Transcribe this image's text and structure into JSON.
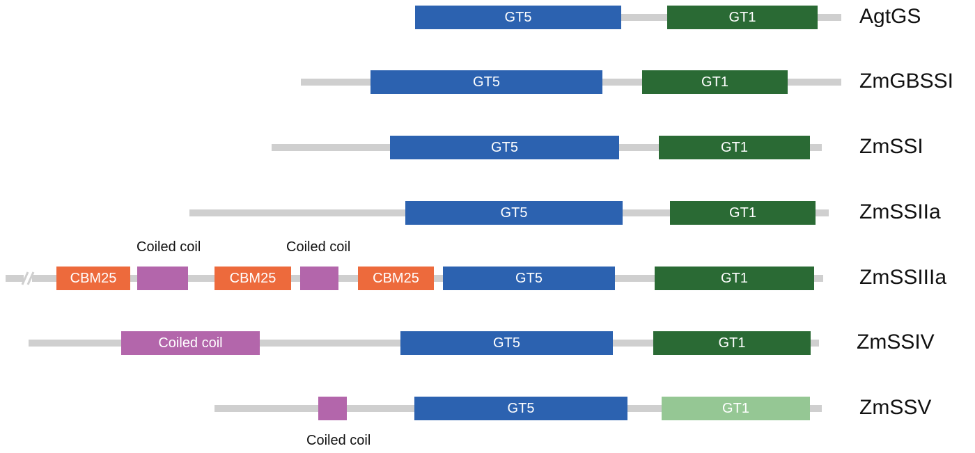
{
  "colors": {
    "backbone": "#cfcfcf",
    "GT5": "#2c62b0",
    "GT1": "#2a6a34",
    "GT1_light": "#95c794",
    "CBM25": "#ed6a3c",
    "coiled_coil": "#b366ab",
    "label_text": "#ffffff",
    "name_text": "#111111"
  },
  "proteins": [
    {
      "name": "AgtGS",
      "domains": [
        {
          "type": "GT5",
          "label": "GT5",
          "color": "GT5"
        },
        {
          "type": "GT1",
          "label": "GT1",
          "color": "GT1"
        }
      ]
    },
    {
      "name": "ZmGBSSI",
      "domains": [
        {
          "type": "GT5",
          "label": "GT5",
          "color": "GT5"
        },
        {
          "type": "GT1",
          "label": "GT1",
          "color": "GT1"
        }
      ]
    },
    {
      "name": "ZmSSI",
      "domains": [
        {
          "type": "GT5",
          "label": "GT5",
          "color": "GT5"
        },
        {
          "type": "GT1",
          "label": "GT1",
          "color": "GT1"
        }
      ]
    },
    {
      "name": "ZmSSIIa",
      "domains": [
        {
          "type": "GT5",
          "label": "GT5",
          "color": "GT5"
        },
        {
          "type": "GT1",
          "label": "GT1",
          "color": "GT1"
        }
      ]
    },
    {
      "name": "ZmSSIIIa",
      "truncated": true,
      "domains": [
        {
          "type": "CBM25",
          "label": "CBM25",
          "color": "CBM25"
        },
        {
          "type": "Coiled coil",
          "label": "",
          "color": "coiled_coil"
        },
        {
          "type": "CBM25",
          "label": "CBM25",
          "color": "CBM25"
        },
        {
          "type": "Coiled coil",
          "label": "",
          "color": "coiled_coil"
        },
        {
          "type": "CBM25",
          "label": "CBM25",
          "color": "CBM25"
        },
        {
          "type": "GT5",
          "label": "GT5",
          "color": "GT5"
        },
        {
          "type": "GT1",
          "label": "GT1",
          "color": "GT1"
        }
      ]
    },
    {
      "name": "ZmSSIV",
      "domains": [
        {
          "type": "Coiled coil",
          "label": "Coiled coil",
          "color": "coiled_coil"
        },
        {
          "type": "GT5",
          "label": "GT5",
          "color": "GT5"
        },
        {
          "type": "GT1",
          "label": "GT1",
          "color": "GT1"
        }
      ]
    },
    {
      "name": "ZmSSV",
      "domains": [
        {
          "type": "Coiled coil",
          "label": "",
          "color": "coiled_coil"
        },
        {
          "type": "GT5",
          "label": "GT5",
          "color": "GT5"
        },
        {
          "type": "GT1",
          "label": "GT1",
          "color": "GT1_light"
        }
      ]
    }
  ],
  "annotations": [
    {
      "protein": "ZmSSIIIa",
      "text": "Coiled coil"
    },
    {
      "protein": "ZmSSIIIa",
      "text": "Coiled coil"
    },
    {
      "protein": "ZmSSV",
      "text": "Coiled coil"
    }
  ]
}
